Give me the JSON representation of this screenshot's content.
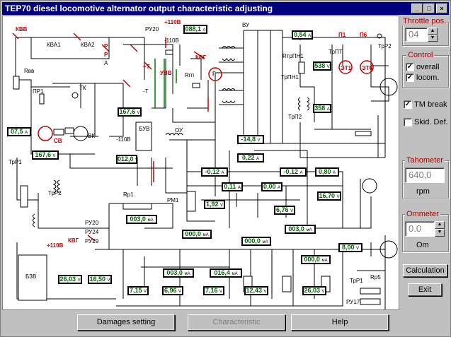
{
  "window": {
    "title": "TEP70 diesel locomotive alternator output characteristic adjusting",
    "min_glyph": "_",
    "max_glyph": "□",
    "close_glyph": "×"
  },
  "side": {
    "throttle_label": "Throttle pos.",
    "throttle_value": "04",
    "control_label": "Control",
    "overall_label": "overall",
    "overall_checked": true,
    "locom_label": "locom.",
    "locom_checked": true,
    "tm_break_label": "TM break",
    "tm_break_checked": true,
    "skid_label": "Skid. Def.",
    "skid_checked": false,
    "tahometer_label": "Tahometer",
    "tahometer_value": "640,0",
    "rpm_label": "rpm",
    "ommeter_label": "Ommeter",
    "ommeter_value": "0.0",
    "om_label": "Om",
    "calc_label": "Calculation",
    "exit_label": "Exit"
  },
  "bottom": {
    "damages_label": "Damages setting",
    "characteristic_label": "Characteristic",
    "help_label": "Help"
  },
  "labels": [
    {
      "t": "КВВ",
      "c": "r"
    },
    {
      "t": "КВА1",
      "c": ""
    },
    {
      "t": "КВА2",
      "c": ""
    },
    {
      "t": "+110В",
      "c": "r"
    },
    {
      "t": "РУ20",
      "c": ""
    },
    {
      "t": "-110В",
      "c": ""
    },
    {
      "t": "Р",
      "c": "r"
    },
    {
      "t": "Р",
      "c": "r"
    },
    {
      "t": "А",
      "c": ""
    },
    {
      "t": "+Т",
      "c": "r"
    },
    {
      "t": "-Т",
      "c": ""
    },
    {
      "t": "УВВ",
      "c": "r"
    },
    {
      "t": "КВГ",
      "c": "r"
    },
    {
      "t": "Rгп",
      "c": ""
    },
    {
      "t": "Г",
      "c": "r"
    },
    {
      "t": "ВУ",
      "c": ""
    },
    {
      "t": "RтрПН1",
      "c": ""
    },
    {
      "t": "ТрПН1",
      "c": ""
    },
    {
      "t": "ТрП2",
      "c": ""
    },
    {
      "t": "ТрПТ",
      "c": ""
    },
    {
      "t": "П1",
      "c": "r"
    },
    {
      "t": "П6",
      "c": "r"
    },
    {
      "t": "ЭТ1",
      "c": "r"
    },
    {
      "t": "ЭТ6",
      "c": "r"
    },
    {
      "t": "ТрР2",
      "c": ""
    },
    {
      "t": "Rвв",
      "c": ""
    },
    {
      "t": "ПР1",
      "c": ""
    },
    {
      "t": "ТК",
      "c": ""
    },
    {
      "t": "ВК",
      "c": ""
    },
    {
      "t": "СВ",
      "c": "r"
    },
    {
      "t": "БУВ",
      "c": ""
    },
    {
      "t": "ОУ",
      "c": ""
    },
    {
      "t": "-110В",
      "c": ""
    },
    {
      "t": "ТрР1",
      "c": ""
    },
    {
      "t": "ТрР2",
      "c": ""
    },
    {
      "t": "Rр1",
      "c": ""
    },
    {
      "t": "РМ1",
      "c": ""
    },
    {
      "t": "РУ20",
      "c": ""
    },
    {
      "t": "РУ24",
      "c": ""
    },
    {
      "t": "РУ29",
      "c": ""
    },
    {
      "t": "+110В",
      "c": "r"
    },
    {
      "t": "КВГ",
      "c": "r"
    },
    {
      "t": "БЗВ",
      "c": ""
    },
    {
      "t": "ТрР1",
      "c": ""
    },
    {
      "t": "РУ17",
      "c": ""
    },
    {
      "t": "Rр5",
      "c": ""
    }
  ],
  "meters": [
    {
      "v": "088,1",
      "u": "А"
    },
    {
      "v": "0,54",
      "u": "А"
    },
    {
      "v": "538",
      "u": "V"
    },
    {
      "v": "358",
      "u": "А"
    },
    {
      "v": "167,6",
      "u": "V"
    },
    {
      "v": "07,5",
      "u": "А"
    },
    {
      "v": "167,6",
      "u": "V"
    },
    {
      "v": "-14,8",
      "u": "V"
    },
    {
      "v": "0,22",
      "u": "А"
    },
    {
      "v": "012,0",
      "u": "V"
    },
    {
      "v": "-0,12",
      "u": "А"
    },
    {
      "v": "-0,12",
      "u": "А"
    },
    {
      "v": "0,80",
      "u": "А"
    },
    {
      "v": "0,11",
      "u": "А"
    },
    {
      "v": "0,00",
      "u": "А"
    },
    {
      "v": "16,70",
      "u": "V"
    },
    {
      "v": "1,92",
      "u": "V"
    },
    {
      "v": "6,76",
      "u": "V"
    },
    {
      "v": "003,0",
      "u": "мА"
    },
    {
      "v": "000,0",
      "u": "мА"
    },
    {
      "v": "003,0",
      "u": "мА"
    },
    {
      "v": "000,0",
      "u": "мА"
    },
    {
      "v": "8,00",
      "u": "V"
    },
    {
      "v": "000,0",
      "u": "мА"
    },
    {
      "v": "26,03",
      "u": "V"
    },
    {
      "v": "16,50",
      "u": "V"
    },
    {
      "v": "003,0",
      "u": "мА"
    },
    {
      "v": "016,4",
      "u": "мА"
    },
    {
      "v": "7,15",
      "u": "V"
    },
    {
      "v": "6,96",
      "u": "V"
    },
    {
      "v": "7,16",
      "u": "V"
    },
    {
      "v": "12,43",
      "u": "V"
    },
    {
      "v": "26,03",
      "u": "V"
    }
  ]
}
